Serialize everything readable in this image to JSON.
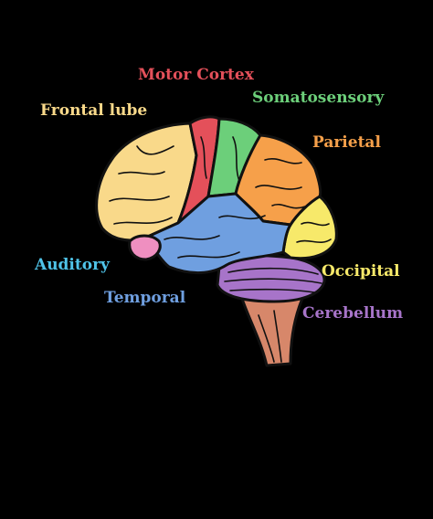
{
  "labels": {
    "motor_cortex": "Motor Cortex",
    "frontal": "Frontal lube",
    "somatosensory": "Somatosensory",
    "parietal": "Parietal",
    "auditory": "Auditory",
    "occipital": "Occipital",
    "temporal": "Temporal",
    "cerebellum": "Cerebellum"
  },
  "colors": {
    "background": "#000000",
    "motor_cortex": "#e4505a",
    "frontal": "#f9d98a",
    "somatosensory": "#6ccf7a",
    "parietal": "#f6a04a",
    "auditory": "#ef8fc0",
    "occipital": "#f7e96a",
    "temporal": "#6f9fe0",
    "cerebellum": "#a774c9",
    "brainstem": "#d7876a"
  }
}
